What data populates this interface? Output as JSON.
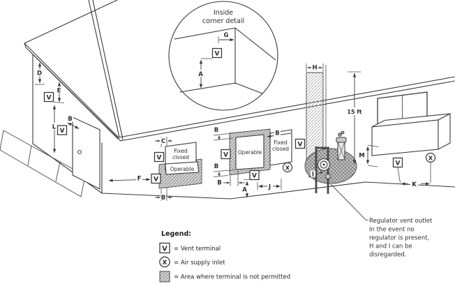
{
  "symbols": {
    "vent_terminal": "V",
    "air_supply_inlet": "X"
  },
  "dimensions": {
    "A": "A",
    "B": "B",
    "C": "C",
    "D": "D",
    "E": "E",
    "F": "F",
    "G": "G",
    "H": "H",
    "I": "I",
    "J": "J",
    "K": "K",
    "L": "L",
    "M": "M"
  },
  "annotations": {
    "height_limit": "15 ft"
  },
  "detail": {
    "title_line1": "Inside",
    "title_line2": "corner detail"
  },
  "windows": {
    "fixed_word1": "Fixed",
    "fixed_word2": "closed",
    "operable": "Operable"
  },
  "legend": {
    "title": "Legend:",
    "vent_label": "= Vent terminal",
    "air_label": "= Air supply inlet",
    "area_label": "= Area where terminal is not permitted"
  },
  "note": {
    "line1": "Regulator vent outlet",
    "line2": "In the event no",
    "line3": "regulator is present,",
    "line4": "H and I can be",
    "line5": "disregarded."
  },
  "colors": {
    "line": "#3a3a3a",
    "hatch_line": "#8a8a8a",
    "hatch_gray_bg": "#d4d4d4",
    "hatch_dark_bg": "#c9c9c9"
  }
}
